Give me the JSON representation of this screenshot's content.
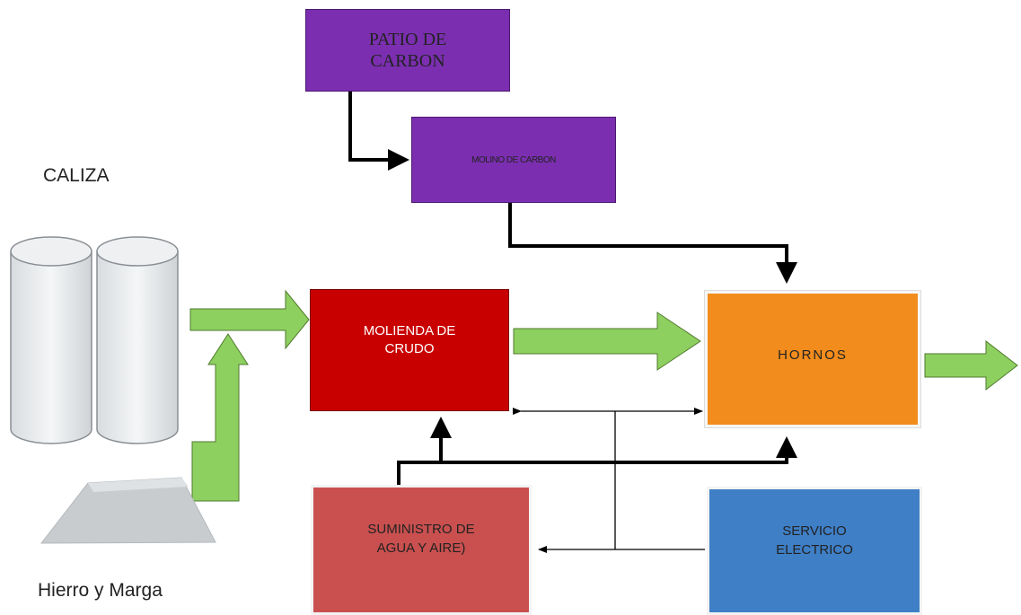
{
  "labels": {
    "caliza": "CALIZA",
    "hierro": "Hierro y Marga"
  },
  "nodes": {
    "patio_carbon": "PATIO DE CARBON",
    "molino_carbon": "MOLINO DE CARBON",
    "molienda_crudo": "MOLIENDA DE CRUDO",
    "hornos": "HORNOS",
    "suministro": "SUMINISTRO DE AGUA Y AIRE)",
    "servicio_electrico": "SERVICIO ELECTRICO"
  },
  "colors": {
    "patio_carbon": "#7b2fb0",
    "molino_carbon": "#7b2fb0",
    "molienda_crudo": "#c90000",
    "hornos": "#f28c1c",
    "suministro": "#c9504f",
    "servicio_electrico": "#3f7fc6",
    "flow_arrow": "#8ed060",
    "flow_outline": "#3b6b1f"
  }
}
